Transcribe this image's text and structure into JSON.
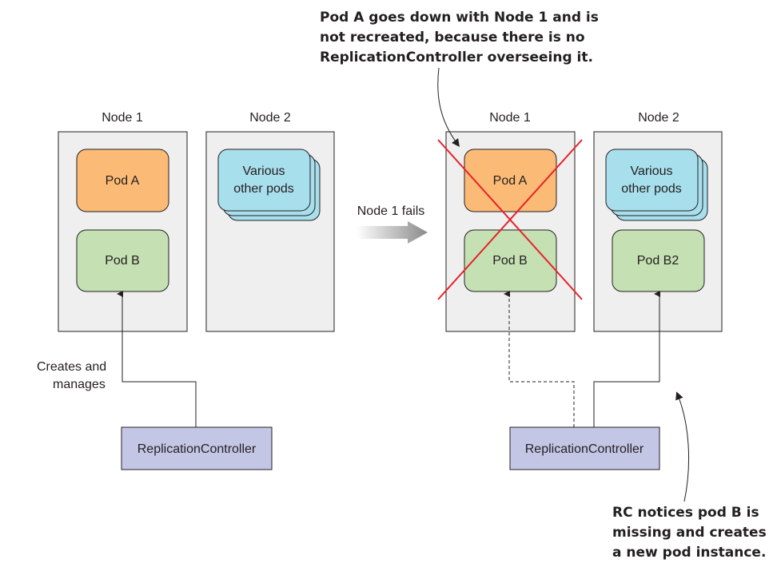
{
  "left": {
    "node1": "Node 1",
    "node2": "Node 2",
    "pod_a": "Pod A",
    "pod_b": "Pod B",
    "various": [
      "Various",
      "other pods"
    ],
    "creates": [
      "Creates and",
      "manages"
    ],
    "rc": "ReplicationController"
  },
  "transition": "Node 1 fails",
  "right": {
    "node1": "Node 1",
    "node2": "Node 2",
    "pod_a": "Pod A",
    "pod_b": "Pod B",
    "pod_b2": "Pod B2",
    "various": [
      "Various",
      "other pods"
    ],
    "rc": "ReplicationController"
  },
  "annotation_top": [
    "Pod A goes down with Node 1 and is",
    "not recreated, because there is no",
    "ReplicationController overseeing it."
  ],
  "annotation_bottom": [
    "RC notices pod B is",
    "missing and creates",
    "a new pod instance."
  ],
  "colors": {
    "node": "#efefef",
    "pod_a": "#fbbb76",
    "pod_b": "#c5e0b3",
    "other_pods": "#a8dfec",
    "rc": "#c4c6e6",
    "cross": "#e8202a"
  }
}
